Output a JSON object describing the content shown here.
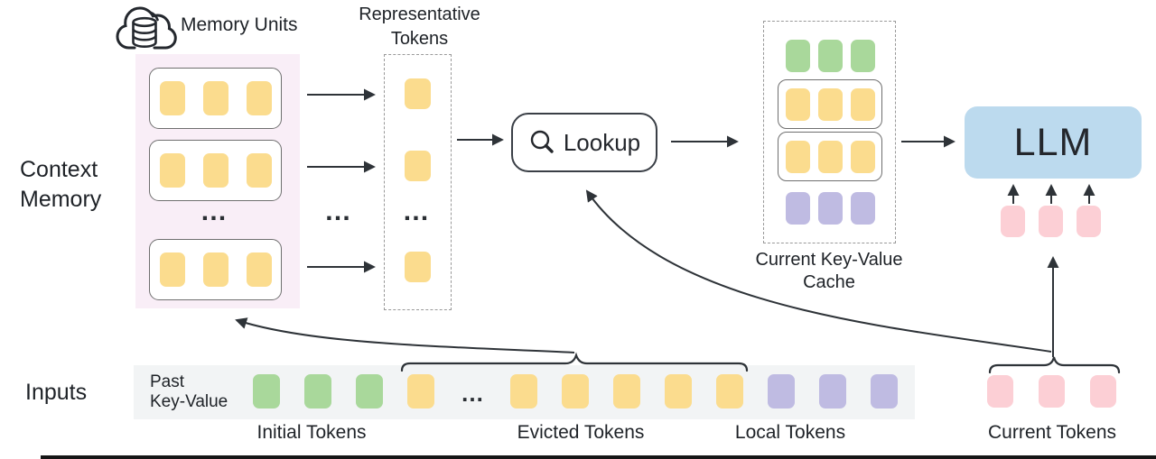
{
  "colors": {
    "yellow": "#fbdc8e",
    "green": "#a9d89b",
    "purple": "#bfbbe2",
    "pink": "#fccfd5",
    "llm_blue": "#bcdaee",
    "memory_bg": "#f9eef7",
    "strip_bg": "#f2f4f5"
  },
  "memory": {
    "icon_label": "Memory Units",
    "panel_label_l1": "Context",
    "panel_label_l2": "Memory",
    "ellipsis": "…"
  },
  "representative": {
    "label_l1": "Representative",
    "label_l2": "Tokens",
    "ellipsis": "…"
  },
  "mid_ellipsis": "…",
  "lookup": {
    "label": "Lookup"
  },
  "cache": {
    "label_l1": "Current Key-Value",
    "label_l2": "Cache"
  },
  "llm": {
    "label": "LLM"
  },
  "inputs": {
    "section_label": "Inputs",
    "strip_label_l1": "Past",
    "strip_label_l2": "Key-Value",
    "ellipsis": "…",
    "group_labels": [
      "Initial Tokens",
      "Evicted Tokens",
      "Local Tokens",
      "Current Tokens"
    ]
  },
  "token_groups": {
    "memory_unit_row": {
      "count": 3,
      "color": "yellow"
    },
    "representative_token": {
      "count": 1,
      "color": "yellow"
    },
    "cache_initial_row": {
      "count": 3,
      "color": "green"
    },
    "cache_memory_row": {
      "count": 3,
      "color": "yellow"
    },
    "cache_local_row": {
      "count": 3,
      "color": "purple"
    },
    "llm_current_row": {
      "count": 3,
      "color": "pink"
    },
    "strip_initial": {
      "count": 3,
      "color": "green"
    },
    "strip_evicted_head": {
      "count": 1,
      "color": "yellow"
    },
    "strip_evicted_tail": {
      "count": 5,
      "color": "yellow"
    },
    "strip_local": {
      "count": 3,
      "color": "purple"
    },
    "current_tokens": {
      "count": 3,
      "color": "pink"
    }
  }
}
